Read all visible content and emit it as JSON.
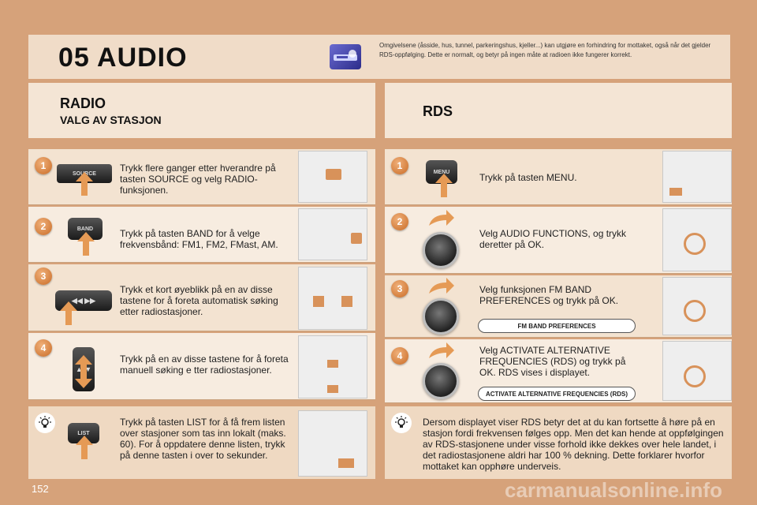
{
  "header": {
    "chapter": "05",
    "title": "AUDIO",
    "notice": "Omgivelsene (åsside, hus, tunnel, parkeringshus, kjeller...) kan utgjøre en forhindring for mottaket, også når det gjelder RDS-oppfølging. Dette er normalt, og betyr på ingen måte at radioen ikke fungerer korrekt."
  },
  "radio": {
    "title": "RADIO",
    "subtitle": "VALG AV STASJON",
    "steps": [
      {
        "num": "1",
        "key": "SOURCE",
        "text": "Trykk flere ganger etter hverandre på tasten SOURCE og velg RADIO-funksjonen."
      },
      {
        "num": "2",
        "key": "BAND",
        "text": "Trykk på tasten BAND for å velge frekvensbånd: FM1, FM2, FMast, AM."
      },
      {
        "num": "3",
        "key": "◀◀  ▶▶",
        "text": "Trykk et kort øyeblikk på en av disse tastene for å foreta automatisk søking etter radiostasjoner."
      },
      {
        "num": "4",
        "key": "▲ ▼",
        "text": "Trykk på en av disse tastene for å foreta manuell søking e tter radiostasjoner."
      }
    ],
    "tip": {
      "key": "LIST",
      "text": "Trykk på tasten LIST for å få frem listen over stasjoner som tas inn lokalt (maks. 60). For å oppdatere denne listen, trykk på denne tasten i over to sekunder."
    }
  },
  "rds": {
    "title": "RDS",
    "steps": [
      {
        "num": "1",
        "key": "MENU",
        "text": "Trykk på tasten MENU."
      },
      {
        "num": "2",
        "text": "Velg AUDIO FUNCTIONS, og trykk deretter på OK."
      },
      {
        "num": "3",
        "text": "Velg funksjonen FM BAND PREFERENCES og trykk på OK.",
        "pill": "FM BAND PREFERENCES"
      },
      {
        "num": "4",
        "text": "Velg ACTIVATE ALTERNATIVE FREQUENCIES (RDS) og trykk på OK. RDS vises i displayet.",
        "pill": "ACTIVATE ALTERNATIVE FREQUENCIES (RDS)"
      }
    ],
    "tip": {
      "text": "Dersom displayet viser RDS betyr det at du kan fortsette å høre på en stasjon fordi frekvensen følges opp. Men det kan hende at oppfølgingen av RDS-stasjonene under visse forhold ikke dekkes over hele landet, i det radiostasjonene aldri har 100 % dekning. Dette forklarer hvorfor mottaket kan opphøre underveis."
    }
  },
  "footer": {
    "page": "152",
    "watermark": "carmanualsonline.info"
  },
  "colors": {
    "background": "#d6a27a",
    "accent": "#c96b25",
    "band": "#f1dcc6"
  }
}
